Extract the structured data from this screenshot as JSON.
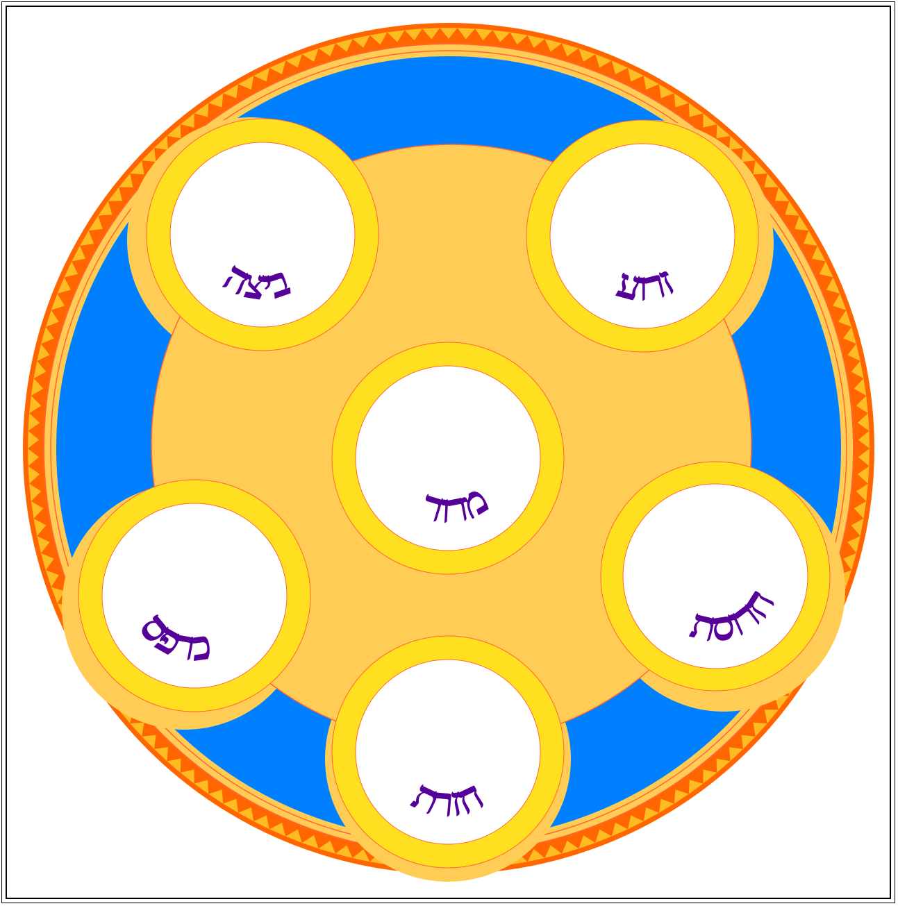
{
  "plate": {
    "colors": {
      "rim_orange": "#ff6600",
      "rim_triangles": "#ffbb22",
      "plate_orange": "#ffcc55",
      "field_blue": "#0080ff",
      "cup_yellow": "#ffe020",
      "cup_white": "#ffffff",
      "outline": "#ff6633",
      "text_purple": "#550099"
    },
    "items": [
      {
        "id": "maror",
        "label": "מרור"
      },
      {
        "id": "zeroa",
        "label": "זרוע"
      },
      {
        "id": "beitzah",
        "label": "ביצה"
      },
      {
        "id": "karpas",
        "label": "כרפס"
      },
      {
        "id": "charoset",
        "label": "חרוסת"
      },
      {
        "id": "chazeret",
        "label": "חזרת"
      }
    ]
  }
}
